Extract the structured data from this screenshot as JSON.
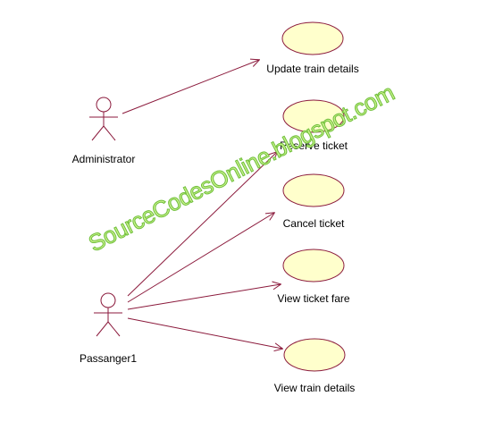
{
  "colors": {
    "line": "#8b1a3c",
    "usecase_fill": "#ffffcc",
    "watermark_fill": "#c8f08c",
    "watermark_stroke": "#6fbf3a"
  },
  "actors": [
    {
      "id": "administrator",
      "label": "Administrator"
    },
    {
      "id": "passanger1",
      "label": "Passanger1"
    }
  ],
  "use_cases": [
    {
      "id": "update-train-details",
      "label": "Update train details"
    },
    {
      "id": "reserve-ticket",
      "label": "Reserve ticket"
    },
    {
      "id": "cancel-ticket",
      "label": "Cancel ticket"
    },
    {
      "id": "view-ticket-fare",
      "label": "View ticket fare"
    },
    {
      "id": "view-train-details",
      "label": "View train details"
    }
  ],
  "associations": [
    {
      "from": "administrator",
      "to": "update-train-details"
    },
    {
      "from": "passanger1",
      "to": "reserve-ticket"
    },
    {
      "from": "passanger1",
      "to": "cancel-ticket"
    },
    {
      "from": "passanger1",
      "to": "view-ticket-fare"
    },
    {
      "from": "passanger1",
      "to": "view-train-details"
    }
  ],
  "watermark": "SourceCodesOnline.blogspot.com"
}
